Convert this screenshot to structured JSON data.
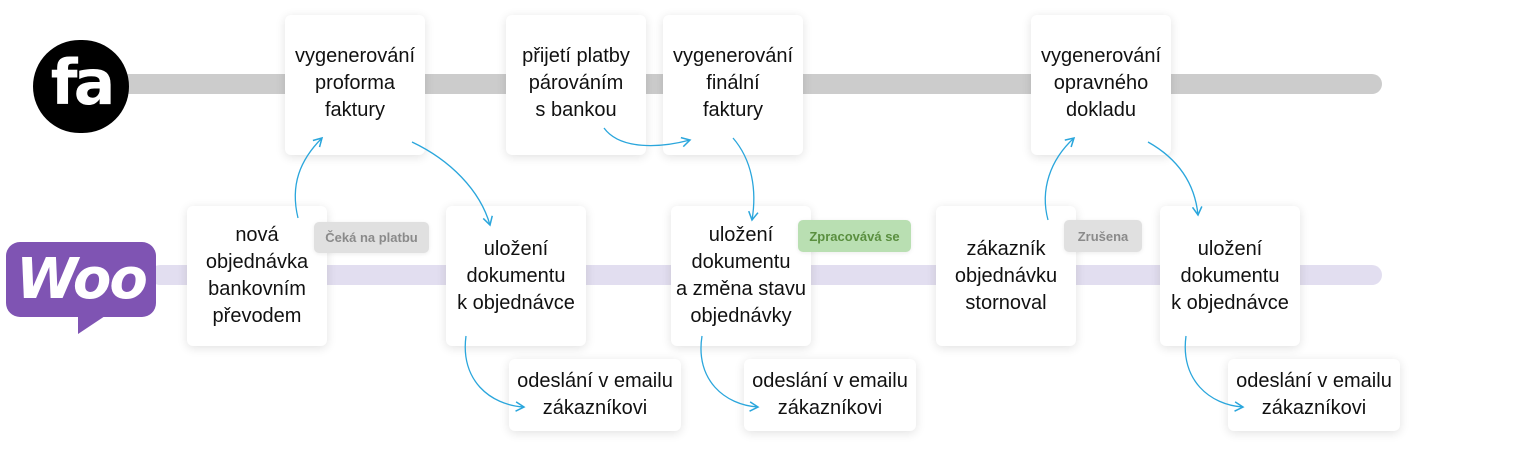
{
  "logos": {
    "fakturoid": "fa",
    "woocommerce": "Woo"
  },
  "colors": {
    "arrow": "#2aa6dc",
    "fa_track": "#cccccc",
    "woo_track": "#e2def0",
    "woo_brand": "#7f54b3",
    "badge_green": "#b9dfb2",
    "badge_grey": "#e0e0e0"
  },
  "fa_steps": [
    {
      "label": "vygenerování\nproforma\nfaktury"
    },
    {
      "label": "přijetí platby\npárováním\ns bankou"
    },
    {
      "label": "vygenerování\nfinální\nfaktury"
    },
    {
      "label": "vygenerování\nopravného\ndokladu"
    }
  ],
  "woo_steps": [
    {
      "label": "nová\nobjednávka\nbankovním\npřevodem"
    },
    {
      "label": "uložení\ndokumentu\nk objednávce"
    },
    {
      "label": "uložení\ndokumentu\na změna stavu\nobjednávky"
    },
    {
      "label": "zákazník\nobjednávku\nstornoval"
    },
    {
      "label": "uložení\ndokumentu\nk objednávce"
    }
  ],
  "email_steps": [
    {
      "label": "odeslání v emailu\nzákazníkovi"
    },
    {
      "label": "odeslání v emailu\nzákazníkovi"
    },
    {
      "label": "odeslání v emailu\nzákazníkovi"
    }
  ],
  "statuses": [
    {
      "label": "Čeká na platbu"
    },
    {
      "label": "Zpracovává se"
    },
    {
      "label": "Zrušena"
    }
  ]
}
